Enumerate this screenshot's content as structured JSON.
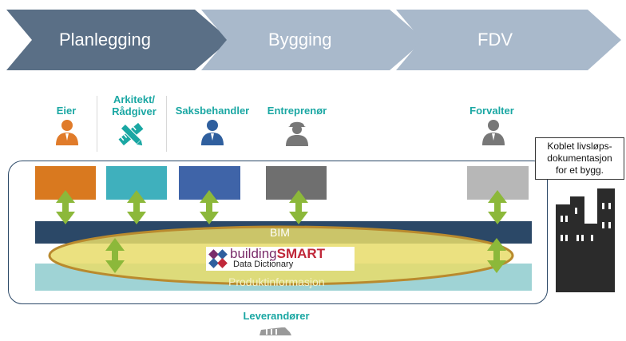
{
  "phases": [
    {
      "label": "Planlegging"
    },
    {
      "label": "Bygging"
    },
    {
      "label": "FDV"
    }
  ],
  "roles": [
    {
      "label": "Eier",
      "icon": "person-icon",
      "color": "#e07b2a"
    },
    {
      "label": "Arkitekt/\nRådgiver",
      "icon": "drafting-tools-icon",
      "color": "#1aa7a3"
    },
    {
      "label": "Saksbehandler",
      "icon": "person-icon",
      "color": "#2f5f9e"
    },
    {
      "label": "Entreprenør",
      "icon": "worker-helmet-icon",
      "color": "#777777"
    },
    {
      "label": "Forvalter",
      "icon": "person-icon",
      "color": "#777777"
    }
  ],
  "layers": {
    "bim": "BIM",
    "produkt": "Produktinformasjon"
  },
  "logo": {
    "part1": "building",
    "part2": "SMART",
    "sub": "Data Dictionary"
  },
  "supplier": {
    "label": "Leverandører",
    "icon": "truck-icon"
  },
  "callout": {
    "text": "Koblet livsløps-\ndokumentasjon\nfor et bygg."
  },
  "colors": {
    "chevron_active": "#5a6f86",
    "chevron_inactive": "#a9b9cb",
    "bim_band": "#2b4867",
    "produkt_band": "#9fd3d5",
    "ellipse_fill": "#e7dc6a",
    "ellipse_stroke": "#b98a2e",
    "arrow": "#8cb83a",
    "building": "#2b2b2b"
  }
}
